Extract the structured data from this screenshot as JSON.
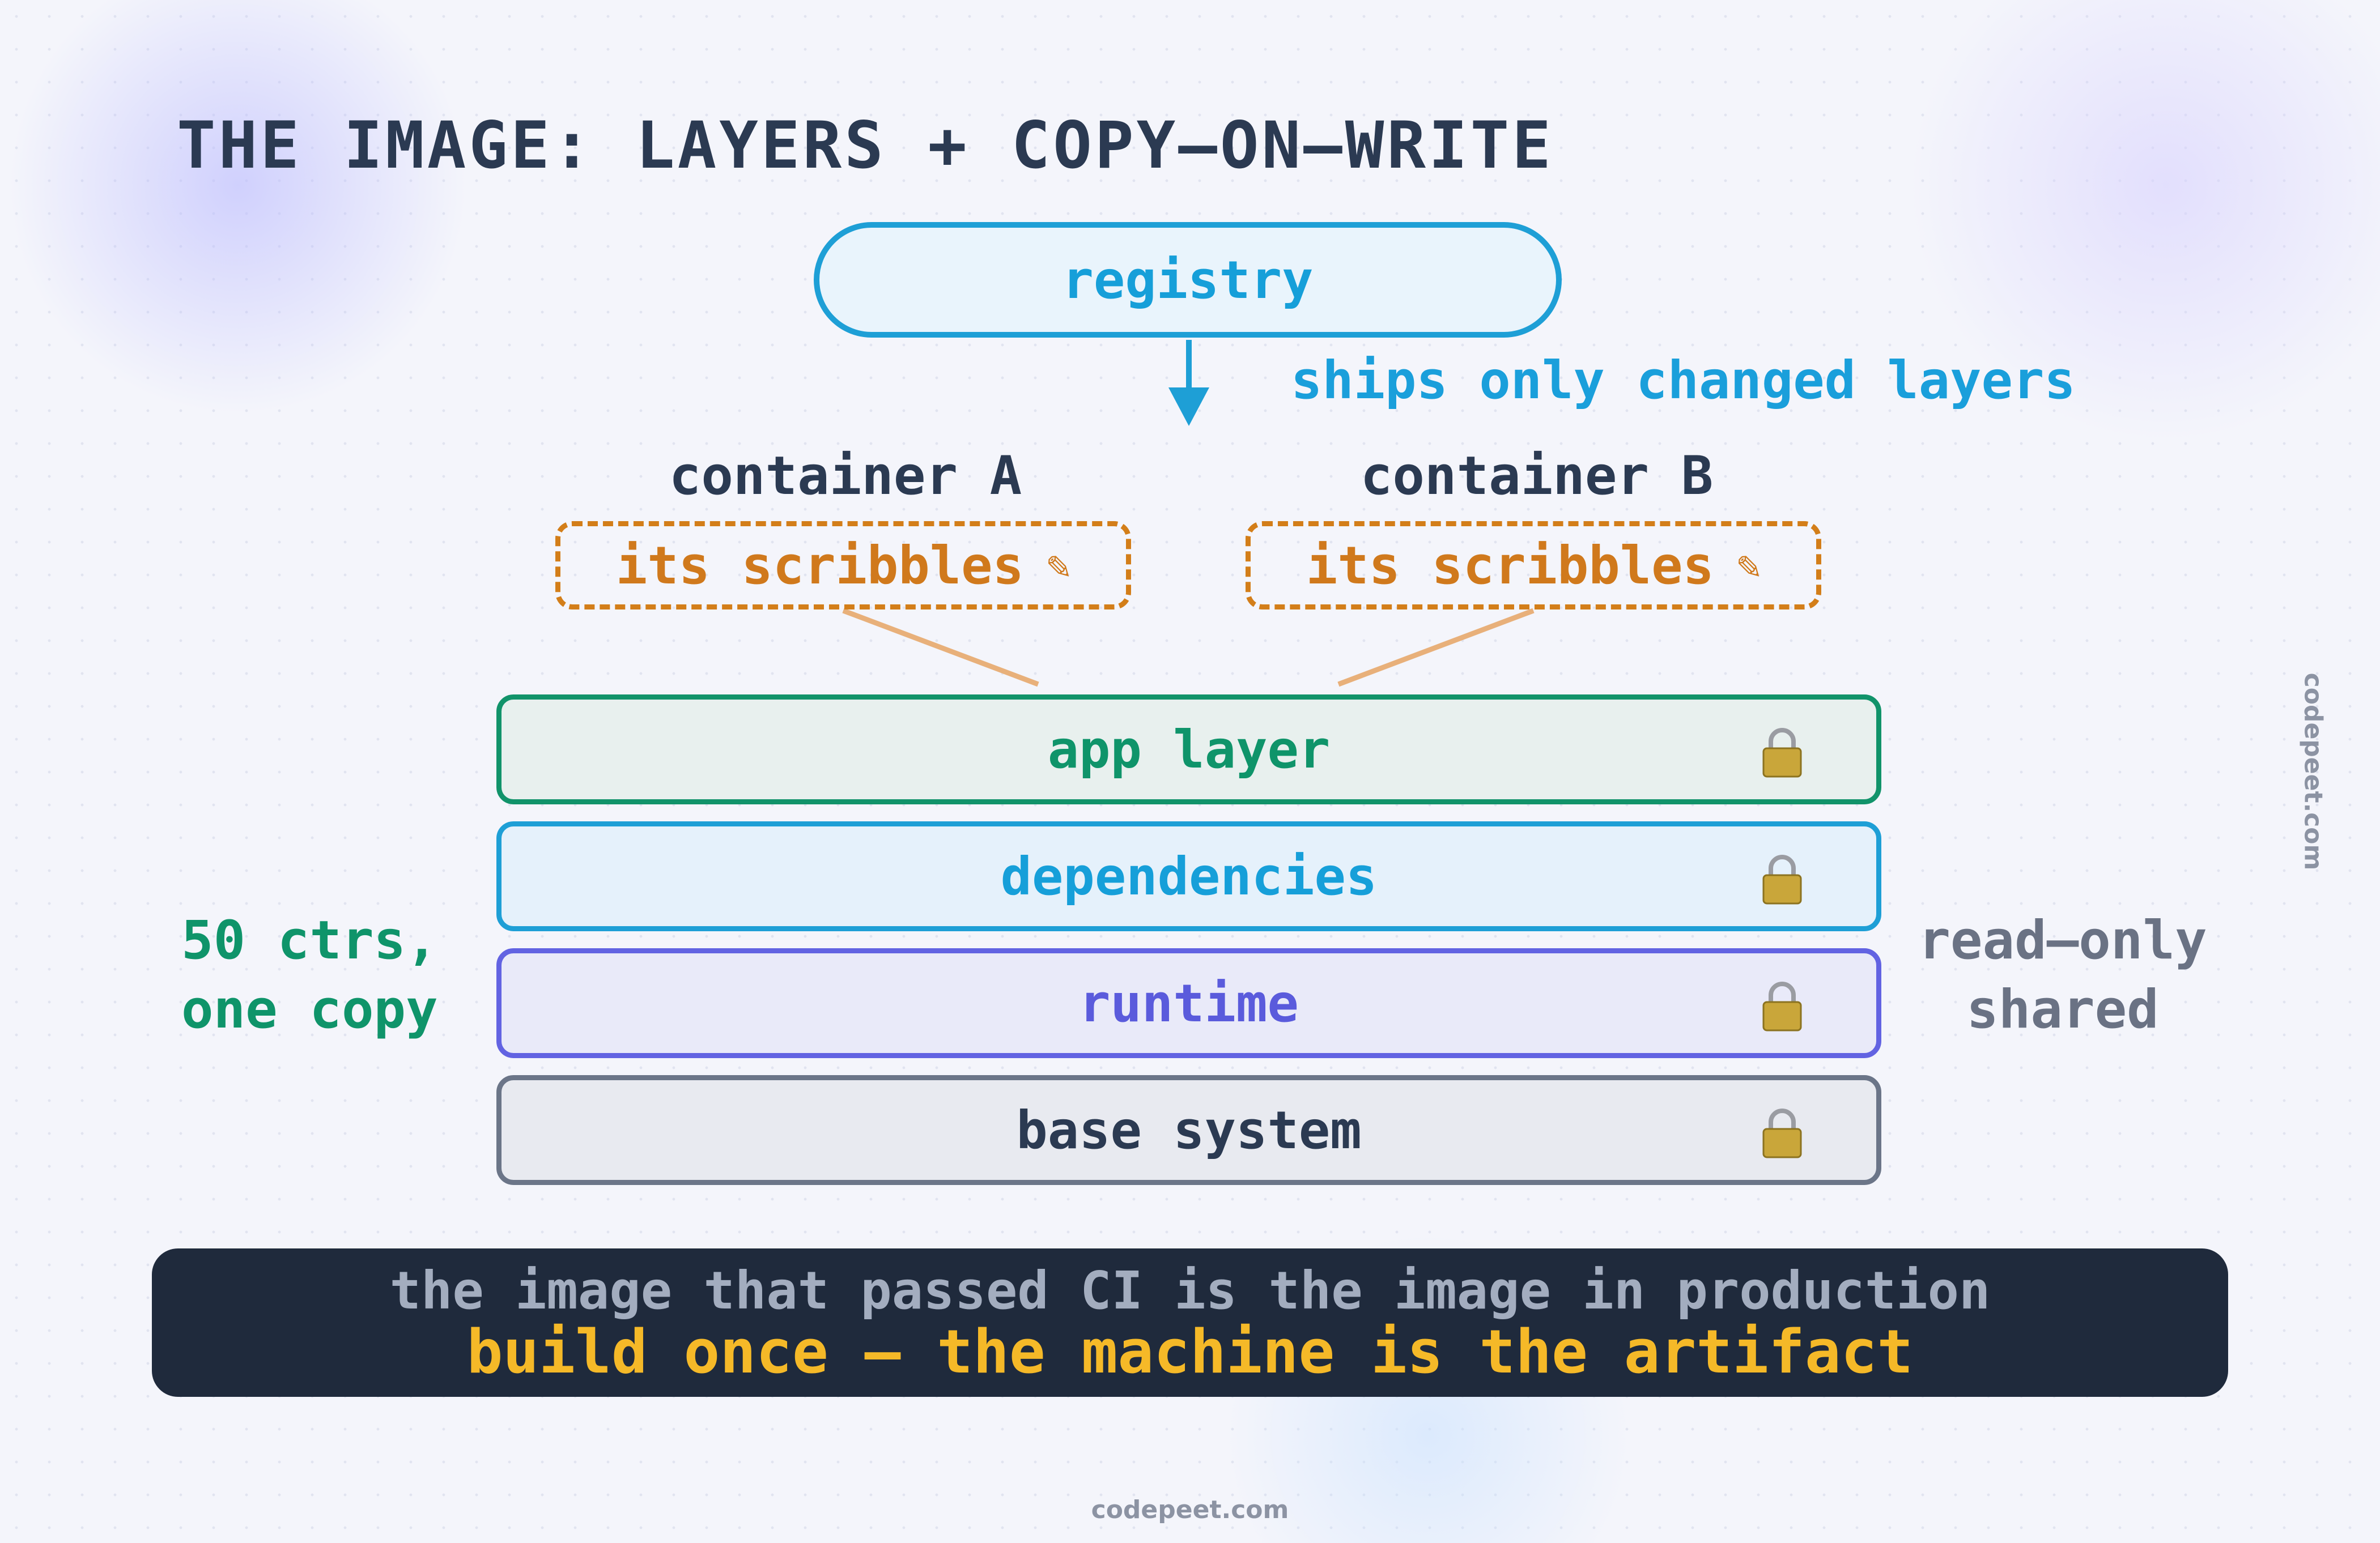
{
  "title": "THE IMAGE: LAYERS + COPY–ON–WRITE",
  "registry": {
    "label": "registry",
    "arrow_label": "ships only changed layers"
  },
  "containers": [
    {
      "name": "container A",
      "writable": "its scribbles",
      "icon": "pencil-icon"
    },
    {
      "name": "container B",
      "writable": "its scribbles",
      "icon": "pencil-icon"
    }
  ],
  "layers": [
    {
      "label": "app layer",
      "icon": "lock-icon",
      "color": "#11936a"
    },
    {
      "label": "dependencies",
      "icon": "lock-icon",
      "color": "#1e9fd6"
    },
    {
      "label": "runtime",
      "icon": "lock-icon",
      "color": "#6263e2"
    },
    {
      "label": "base system",
      "icon": "lock-icon",
      "color": "#6b7588"
    }
  ],
  "side_notes": {
    "left": [
      "50 ctrs,",
      "one copy"
    ],
    "right": [
      "read–only",
      "shared"
    ]
  },
  "banner": {
    "line1": "the image that passed CI is the image in production",
    "line2": "build once — the machine is the artifact"
  },
  "watermark": "codepeet.com",
  "colors": {
    "dark_text": "#2b3a52",
    "registry_blue": "#1e9fd6",
    "scribble_orange": "#d37e19",
    "banner_bg": "#1f2a3c",
    "banner_accent": "#f5b928"
  }
}
